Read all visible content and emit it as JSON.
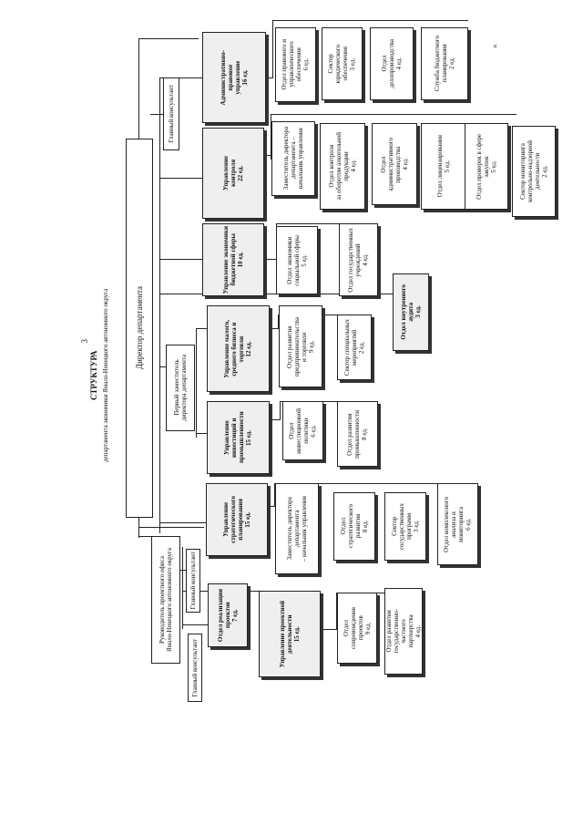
{
  "page_number": "3",
  "title": {
    "main": "СТРУКТУРА",
    "sub": "департамента экономики Ямало-Ненецкого автономного округа"
  },
  "director": "Директор департамента",
  "first_deputy": "Первый заместитель\nдиректора департамента",
  "chief_consultants": [
    "Главный консультант",
    "Главный консультант",
    "Главный консультант"
  ],
  "head_project_office": "Руководитель проектного офиса\nЯмало-Ненецкого автономного округа",
  "units": {
    "admin_legal": "Административно-\nправовое\nуправление\n16 ед.",
    "legal_dept": "Отдел правового и\nуправленческого\nобеспечения\n6 ед.",
    "legal_sector": "Сектор\nюридического\nобеспечения\n3 ед.",
    "office_dept": "Отдел\nделопроизводства\n4 ед.",
    "budget_service": "Служба бюджетного\nпланирования\n2 ед.",
    "control": "Управление\nконтроля\n22 ед.",
    "control_deputy": "Заместитель директора\nдепартамента –\nначальник управления",
    "control_capital": "Отдел контроля\nза оборотом алкогольной\nпродукции\n4 ед.",
    "control_admin": "Отдел\nадминистративного\nпроизводства\n4 ед.",
    "control_licensing": "Отдел лицензирования\n5 ед.",
    "control_procurement": "Отдел проверок в сфере\nзакупок\n5 ед.",
    "control_monitoring": "Сектор мониторинга\nконтрольно-надзорной\nдеятельности\n2 ед.",
    "econ_budget": "Управление экономики\nбюджетной сферы\n10 ед.",
    "econ_social": "Отдел экономики\nсоциальной сферы\n5 ед.",
    "econ_state": "Отдел государственных\nучреждений\n4 ед.",
    "internal_audit": "Отдел внутреннего\nаудита\n3 ед.",
    "small_business": "Управление малого,\nсреднего бизнеса и\nторговли\n12 ед.",
    "business_dev": "Отдел развития\nпредпринимательства\nи торговли\n9 ед.",
    "special_events": "Сектор специальных\nмероприятий\n2 ед.",
    "investment": "Управление инвестиций и\nпромышленности\n15 ед.",
    "invest_policy": "Отдел\nинвестиционной\nполитики\n6 ед.",
    "industry_dev": "Отдел развития\nпромышленности\n8 ед.",
    "strategic": "Управление\nстратегического\nпланирования\n15 ед.",
    "strategic_deputy": "Заместитель директора\nдепартамента\n– начальник управления",
    "strategic_dev": "Отдел\nстратегического\nразвития\n8 ед.",
    "state_programs": "Сектор\nгосударственных\nпрограмм\n3 ед.",
    "complex_analysis": "Отдел комплексного\nанализа и\nмониторинга\n6 ед.",
    "project_implementation": "Отдел реализации\nпроектов\n7 ед.",
    "project_mgmt": "Управление проектной\nдеятельности\n15 ед.",
    "project_support": "Отдел\nсопровождения\nпроектов\n9 ед.",
    "ppp_dev": "Отдел развития\nгосударственно-\nчастного\nпартнерства\n4 ед."
  },
  "mark": "×"
}
